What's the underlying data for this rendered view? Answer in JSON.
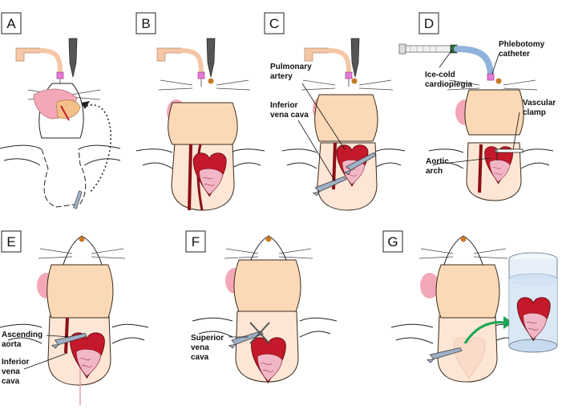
{
  "panels": [
    {
      "id": "A",
      "label": "A"
    },
    {
      "id": "B",
      "label": "B"
    },
    {
      "id": "C",
      "label": "C"
    },
    {
      "id": "D",
      "label": "D"
    },
    {
      "id": "E",
      "label": "E"
    },
    {
      "id": "F",
      "label": "F"
    },
    {
      "id": "G",
      "label": "G"
    }
  ],
  "labels": {
    "pulmonary_artery": [
      "Pulmonary",
      "artery"
    ],
    "inferior_vena_cava_c": [
      "Inferior",
      "vena cava"
    ],
    "ice_cold_cardioplegia": [
      "Ice-cold",
      "cardioplegia"
    ],
    "phlebotomy_catheter": [
      "Phlebotomy",
      "catheter"
    ],
    "vascular_clamp": [
      "Vascular",
      "clamp"
    ],
    "aortic_arch": [
      "Aortic",
      "arch"
    ],
    "ascending_aorta": [
      "Ascending",
      "aorta"
    ],
    "inferior_vena_cava_e": [
      "Inferior",
      "vena",
      "cava"
    ],
    "superior_vena_cava": [
      "Superior",
      "vena",
      "cava"
    ]
  },
  "colors": {
    "tissue": "#fbd9b6",
    "torso": "#fde6d6",
    "heart": "#c4192a",
    "heart_light": "#f2b7c7",
    "vessel": "#8b0f14",
    "clamp": "#9fb0c6",
    "catheter": "#e67ad6",
    "tube": "#f5c7a6",
    "syringe_tube": "#8fb3dc",
    "arrow": "#1aa651",
    "beaker": "#d7e6f5"
  },
  "icons": [
    "scalpel-icon",
    "clamp-icon",
    "syringe-icon",
    "beaker-icon",
    "arrow-icon"
  ]
}
